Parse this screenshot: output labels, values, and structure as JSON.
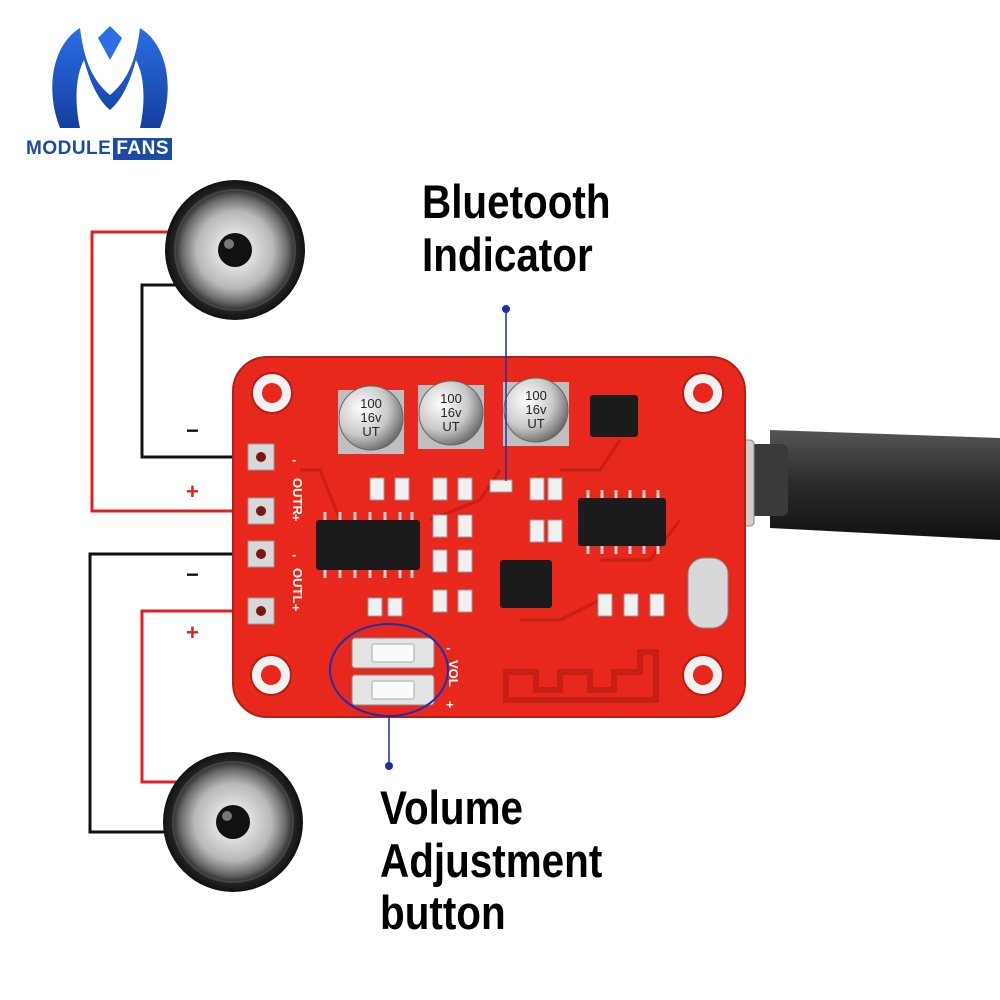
{
  "brand": {
    "name_part1": "MODULE",
    "name_part2": "FANS"
  },
  "callouts": {
    "bluetooth": {
      "line1": "Bluetooth",
      "line2": "Indicator"
    },
    "volume": {
      "line1": "Volume",
      "line2": "Adjustment",
      "line3": "button"
    }
  },
  "board": {
    "pin_labels": {
      "outr": "OUTR",
      "outl": "OUTL",
      "vol": "VOL"
    },
    "pin_signs": {
      "plus": "+",
      "minus": "-"
    },
    "capacitors": [
      {
        "line1": "100",
        "line2": "16v",
        "line3": "UT"
      },
      {
        "line1": "100",
        "line2": "16v",
        "line3": "UT"
      },
      {
        "line1": "100",
        "line2": "16v",
        "line3": "UT"
      }
    ]
  },
  "wiring": {
    "right_speaker": {
      "minus": "−",
      "plus": "+"
    },
    "left_speaker": {
      "minus": "−",
      "plus": "+"
    }
  },
  "colors": {
    "board": "#e8281c",
    "wire_red": "#e02020",
    "wire_black": "#111111",
    "brand_blue": "#1b4aa8",
    "callout_line": "#1a2fb0"
  }
}
